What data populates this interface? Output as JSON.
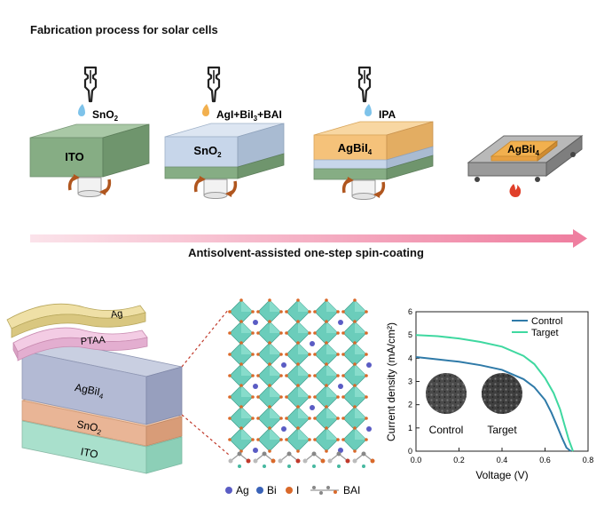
{
  "title": "Fabrication process for solar cells",
  "colors": {
    "ito": "#86ad84",
    "sno2": "#c7d6ea",
    "agbii4": "#f5c27a",
    "ag": "#e6d38a",
    "ptaa": "#e9b9d8",
    "arrow": "#ef8fac",
    "control": "#2f7aa8",
    "target": "#3fd8a0",
    "octa": "#5bc8b4",
    "ag_atom": "#5a5cc4",
    "bi_atom": "#3a63b8",
    "i_atom": "#d9692a"
  },
  "steps": {
    "s1": {
      "drop": "SnO",
      "drop_sub": "2",
      "layer": "ITO"
    },
    "s2": {
      "drop": "AgI+BiI",
      "drop_sub": "3",
      "drop_tail": "+BAI",
      "layer": "SnO",
      "layer_sub": "2"
    },
    "s3": {
      "drop": "IPA",
      "layer": "AgBiI",
      "layer_sub": "4"
    },
    "s4": {
      "layer": "AgBiI",
      "layer_sub": "4"
    }
  },
  "arrow_label": "Antisolvent-assisted one-step spin-coating",
  "stack": {
    "ag": "Ag",
    "ptaa": "PTAA",
    "agbii4": "AgBiI",
    "agbii4_sub": "4",
    "sno2": "SnO",
    "sno2_sub": "2",
    "ito": "ITO"
  },
  "legend": {
    "ag": "Ag",
    "bi": "Bi",
    "i": "I",
    "bai": "BAI"
  },
  "chart_data": {
    "type": "line",
    "xlabel": "Voltage (V)",
    "ylabel": "Current density (mA/cm²)",
    "xlim": [
      0.0,
      0.8
    ],
    "ylim": [
      0,
      6
    ],
    "xticks": [
      "0.0",
      "0.2",
      "0.4",
      "0.6",
      "0.8"
    ],
    "yticks": [
      "0",
      "1",
      "2",
      "3",
      "4",
      "5",
      "6"
    ],
    "legend_position": "top-right",
    "series": [
      {
        "name": "Control",
        "color": "#2f7aa8",
        "x": [
          0.0,
          0.1,
          0.2,
          0.3,
          0.4,
          0.5,
          0.55,
          0.6,
          0.63,
          0.66,
          0.68,
          0.7,
          0.72
        ],
        "y": [
          4.05,
          3.95,
          3.85,
          3.7,
          3.5,
          3.1,
          2.75,
          2.2,
          1.65,
          1.0,
          0.55,
          0.15,
          0.0
        ]
      },
      {
        "name": "Target",
        "color": "#3fd8a0",
        "x": [
          0.0,
          0.1,
          0.2,
          0.3,
          0.4,
          0.5,
          0.55,
          0.6,
          0.64,
          0.67,
          0.69,
          0.71,
          0.73
        ],
        "y": [
          5.0,
          4.95,
          4.85,
          4.7,
          4.5,
          4.1,
          3.75,
          3.15,
          2.5,
          1.8,
          1.15,
          0.5,
          0.0
        ]
      }
    ],
    "insets": [
      {
        "label": "Control"
      },
      {
        "label": "Target"
      }
    ]
  }
}
